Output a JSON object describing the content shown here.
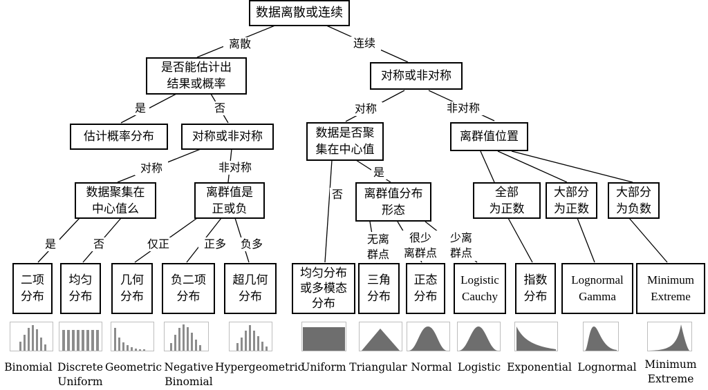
{
  "root": "数据离散或连续",
  "edges": {
    "discrete": "离散",
    "continuous": "连续",
    "yes1": "是",
    "no1": "否",
    "sym1": "对称",
    "asym1": "非对称",
    "sym2": "对称",
    "asym2": "非对称",
    "yes2": "是",
    "no2": "否",
    "only_pos": "仅正",
    "mostly_pos": "正多",
    "mostly_neg": "负多",
    "yes3": "是",
    "no3": "否",
    "no_outliers": "无离\n群点",
    "few_outliers": "很少\n离群点",
    "less_outliers": "少离\n群点"
  },
  "nodes": {
    "estimate": "是否能估计出\n结果或概率",
    "sym_or_asym_cont": "对称或非对称",
    "est_prob_dist": "估计概率分布",
    "sym_or_asym_disc": "对称或非对称",
    "data_centered_cont": "数据是否聚\n集在中心值",
    "outlier_position": "离群值位置",
    "data_centered_disc": "数据聚集在\n中心值么",
    "outlier_sign": "离群值是\n正或负",
    "outlier_shape": "离群值分布\n形态",
    "all_positive": "全部\n为正数",
    "mostly_positive": "大部分\n为正数",
    "mostly_negative": "大部分\n为负数"
  },
  "leaves": [
    {
      "label": "二项\n分布",
      "caption": "Binomial"
    },
    {
      "label": "均匀\n分布",
      "caption": "Discrete\nUniform"
    },
    {
      "label": "几何\n分布",
      "caption": "Geometric"
    },
    {
      "label": "负二项\n分布",
      "caption": "Negative\nBinomial"
    },
    {
      "label": "超几何\n分布",
      "caption": "Hypergeometric"
    },
    {
      "label": "均匀分布\n或多模态\n分布",
      "caption": "Uniform"
    },
    {
      "label": "三角\n分布",
      "caption": "Triangular"
    },
    {
      "label": "正态\n分布",
      "caption": "Normal"
    },
    {
      "label": "Logistic\nCauchy",
      "caption": "Logistic"
    },
    {
      "label": "指数\n分布",
      "caption": "Exponential"
    },
    {
      "label": "Lognormal\nGamma",
      "caption": "Lognormal"
    },
    {
      "label": "Minimum\nExtreme",
      "caption": "Minimum\nExtreme"
    }
  ],
  "colors": {
    "line": "#000000",
    "thumb_bar": "#8c8c8c",
    "thumb_fill": "#6e6e6e",
    "thumb_border": "#bdbdbd"
  }
}
